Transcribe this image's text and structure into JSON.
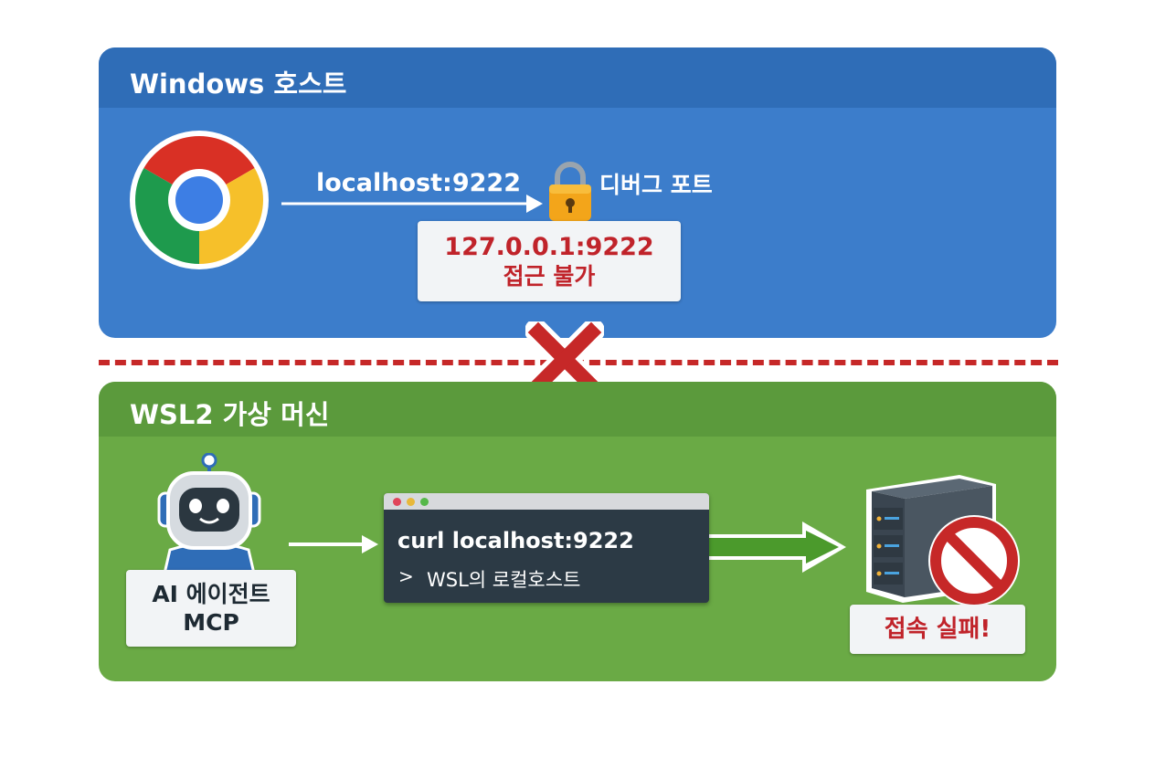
{
  "windows_host": {
    "title": "Windows 호스트",
    "url_label": "localhost:9222",
    "debug_port_label": "디버그 포트",
    "blocked_note": {
      "line1": "127.0.0.1:9222",
      "line2": "접근 불가"
    }
  },
  "wsl2_vm": {
    "title": "WSL2 가상 머신",
    "agent_label": {
      "line1": "AI 에이전트",
      "line2": "MCP"
    },
    "terminal": {
      "command": "curl localhost:9222",
      "output_prompt": ">",
      "output": "WSL의 로컬호스트"
    },
    "failure_label": "접속 실패!"
  },
  "colors": {
    "windows_panel": "#3c7dcb",
    "windows_header": "#2f6db7",
    "wsl_panel": "#6aaa45",
    "wsl_header": "#5b9a3c",
    "error_red": "#c0232a",
    "divider_red": "#c62828"
  },
  "icons": [
    "chrome-icon",
    "lock-icon",
    "cross-icon",
    "robot-icon",
    "terminal-window",
    "server-icon",
    "prohibited-icon"
  ]
}
